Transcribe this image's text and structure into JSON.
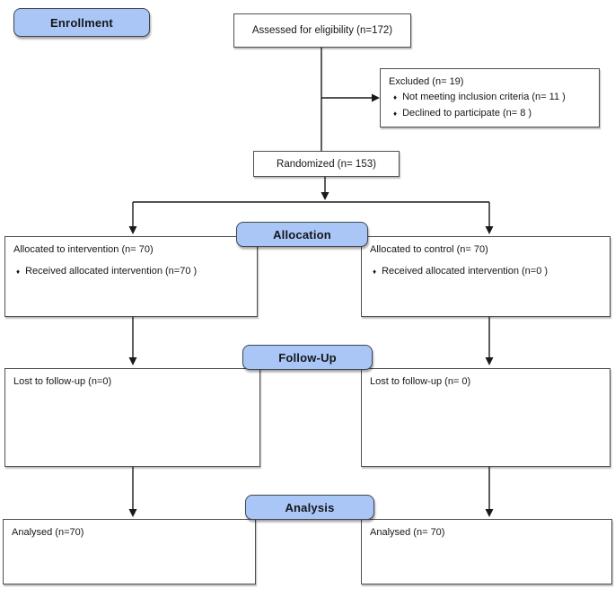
{
  "badges": {
    "enrollment": "Enrollment",
    "allocation": "Allocation",
    "followup": "Follow-Up",
    "analysis": "Analysis"
  },
  "boxes": {
    "assessed": {
      "title": "Assessed for eligibility (n=172)"
    },
    "excluded": {
      "title": "Excluded (n= 19)",
      "bullets": [
        "Not meeting inclusion criteria (n= 11 )",
        "Declined to participate (n= 8 )"
      ]
    },
    "randomized": {
      "title": "Randomized (n= 153)"
    },
    "allocation_intervention": {
      "title": "Allocated to intervention (n= 70)",
      "bullets": [
        "Received allocated intervention (n=70  )"
      ]
    },
    "allocation_control": {
      "title": "Allocated to control (n= 70)",
      "bullets": [
        "Received allocated intervention (n=0  )"
      ]
    },
    "followup_intervention": {
      "title": "Lost to follow-up (n=0)"
    },
    "followup_control": {
      "title": "Lost to follow-up (n= 0)"
    },
    "analysis_intervention": {
      "title": "Analysed (n=70)"
    },
    "analysis_control": {
      "title": "Analysed (n= 70)"
    }
  },
  "bullet_char": "♦",
  "colors": {
    "badge_fill": "#aac6f6",
    "badge_border": "#3d4650",
    "box_border": "#4f4f4f",
    "line": "#1a1a1a"
  }
}
